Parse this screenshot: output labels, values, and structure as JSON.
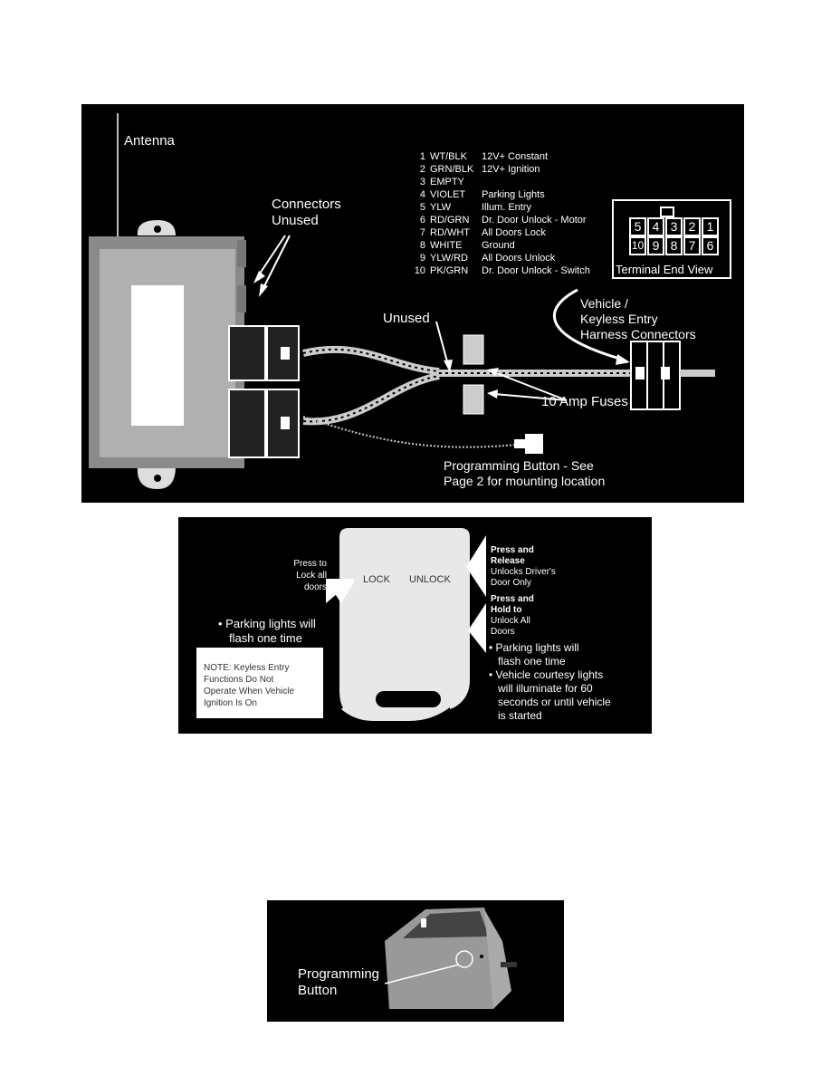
{
  "diagram": {
    "antenna_label": "Antenna",
    "connectors_unused_label": [
      "Connectors",
      "Unused"
    ],
    "unused_label": "Unused",
    "pins": [
      {
        "num": "1",
        "wire": "WT/BLK",
        "func": "12V+ Constant"
      },
      {
        "num": "2",
        "wire": "GRN/BLK",
        "func": "12V+ Ignition"
      },
      {
        "num": "3",
        "wire": "EMPTY",
        "func": ""
      },
      {
        "num": "4",
        "wire": "VIOLET",
        "func": "Parking Lights"
      },
      {
        "num": "5",
        "wire": "YLW",
        "func": "Illum. Entry"
      },
      {
        "num": "6",
        "wire": "RD/GRN",
        "func": "Dr. Door Unlock - Motor"
      },
      {
        "num": "7",
        "wire": "RD/WHT",
        "func": "All Doors Lock"
      },
      {
        "num": "8",
        "wire": "WHITE",
        "func": "Ground"
      },
      {
        "num": "9",
        "wire": "YLW/RD",
        "func": "All Doors Unlock"
      },
      {
        "num": "10",
        "wire": "PK/GRN",
        "func": "Dr. Door Unlock - Switch"
      }
    ],
    "terminal_top_row": [
      "5",
      "4",
      "3",
      "2",
      "1"
    ],
    "terminal_bottom_row": [
      "10",
      "9",
      "8",
      "7",
      "6"
    ],
    "terminal_end_view_label": "Terminal End View",
    "harness_label": [
      "Vehicle /",
      "Keyless Entry",
      "Harness Connectors"
    ],
    "fuses_label": "10 Amp Fuses",
    "programming_button_label": [
      "Programming Button - See",
      "Page 2 for mounting location"
    ]
  },
  "remote": {
    "lock_text": "LOCK",
    "unlock_text": "UNLOCK",
    "press_to_lock": [
      "Press to",
      "Lock all",
      "doors"
    ],
    "parking_left": [
      "• Parking lights will",
      "flash one time"
    ],
    "note": [
      "NOTE: Keyless Entry",
      "Functions Do Not",
      "Operate When Vehicle",
      "Ignition Is On"
    ],
    "press_release": [
      "Press and",
      "Release"
    ],
    "unlocks_driver": [
      "Unlocks Driver's",
      "Door Only"
    ],
    "press_hold": [
      "Press and",
      "Hold to"
    ],
    "unlock_all": [
      "Unlock All",
      "Doors"
    ],
    "right_bullets": [
      "• Parking lights will",
      "flash one time",
      "• Vehicle courtesy lights",
      "will illuminate for 60",
      "seconds or until vehicle",
      "is started"
    ]
  },
  "car_photo": {
    "label": [
      "Programming",
      "Button"
    ]
  }
}
